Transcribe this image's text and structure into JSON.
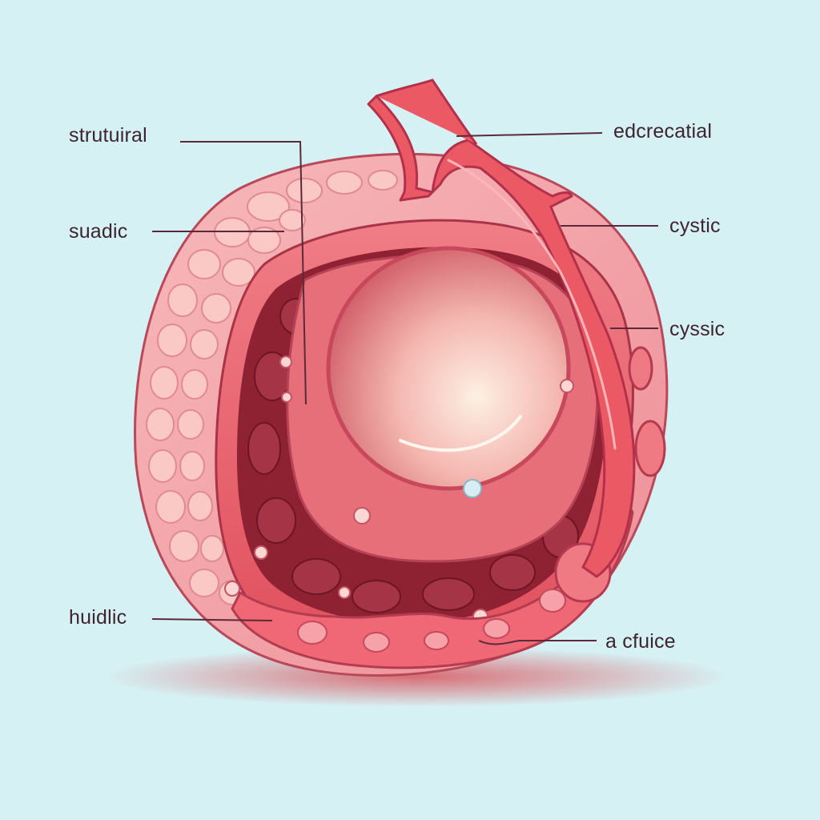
{
  "colors": {
    "background": "#d6f1f4",
    "tissue_outer": "#f4a8ad",
    "tissue_cell": "#f9c4c2",
    "cavity_dark": "#8e2233",
    "lumen": "#f7c9c4",
    "vessel": "#e9545d",
    "leader_line": "#5a2a3a",
    "label_text": "#3c2430"
  },
  "labels": {
    "structural": "strutuiral",
    "suadic": "suadic",
    "huidlic": "huidlic",
    "edcrecatial": "edcrecatial",
    "cystic": "cystic",
    "cyssic": "cyssic",
    "a_cfuice": "a cfuice"
  }
}
